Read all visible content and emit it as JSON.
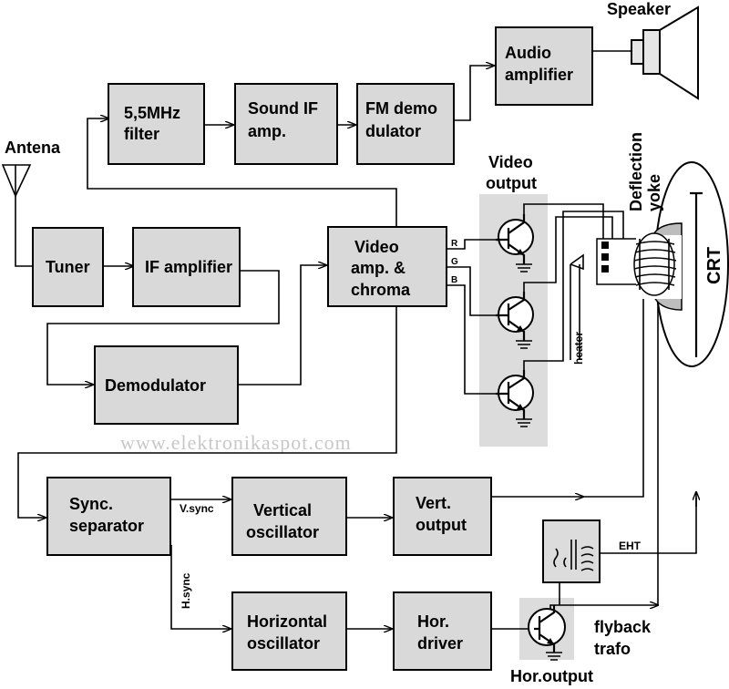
{
  "blocks": {
    "filter": [
      "5,5MHz",
      "filter"
    ],
    "sound_if": [
      "Sound IF",
      "amp."
    ],
    "fm_demod": [
      "FM demo",
      "dulator"
    ],
    "audio_amp": [
      "Audio",
      "amplifier"
    ],
    "tuner": "Tuner",
    "if_amp": "IF amplifier",
    "video_amp": [
      "Video",
      "amp. &",
      "chroma"
    ],
    "demodulator": "Demodulator",
    "sync_sep": [
      "Sync.",
      "separator"
    ],
    "vert_osc": [
      "Vertical",
      "oscillator"
    ],
    "vert_out": [
      "Vert.",
      "output"
    ],
    "hor_osc": [
      "Horizontal",
      "oscillator"
    ],
    "hor_driver": [
      "Hor.",
      "driver"
    ]
  },
  "labels": {
    "speaker": "Speaker",
    "antena": "Antena",
    "video_output": [
      "Video",
      "output"
    ],
    "deflection_yoke": [
      "Deflection",
      "yoke"
    ],
    "crt": "CRT",
    "heater": "heater",
    "r": "R",
    "g": "G",
    "b": "B",
    "vsync": "V.sync",
    "hsync": "H.sync",
    "eht": "EHT",
    "flyback": [
      "flyback",
      "trafo"
    ],
    "hor_output": "Hor.output"
  },
  "watermark": "www.elektronikaspot.com"
}
